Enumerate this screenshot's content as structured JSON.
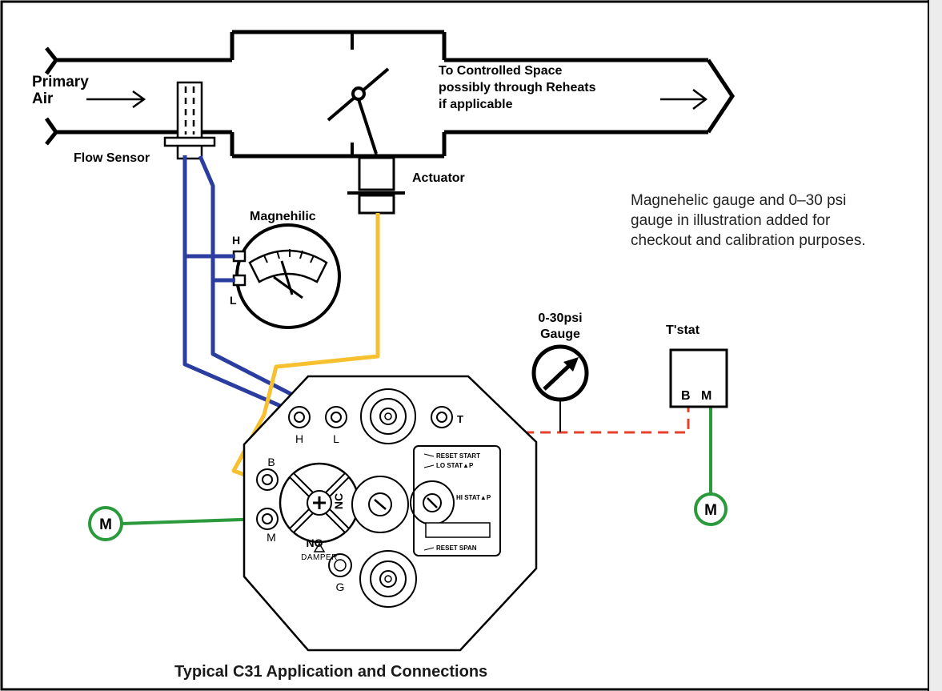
{
  "labels": {
    "primary_air_line1": "Primary",
    "primary_air_line2": "Air",
    "flow_sensor": "Flow Sensor",
    "destination_line1": "To Controlled Space",
    "destination_line2": "possibly through Reheats",
    "destination_line3": "if applicable",
    "actuator": "Actuator",
    "magnehelic": "Magnehilic",
    "magnehelic_port_high": "H",
    "magnehelic_port_low": "L",
    "note_line1": "Magnehelic gauge and 0–30 psi",
    "note_line2": "gauge in illustration added for",
    "note_line3": "checkout and calibration purposes.",
    "gauge_line1": "0-30psi",
    "gauge_line2": "Gauge",
    "tstat": "T'stat",
    "tstat_port_b": "B",
    "tstat_port_m": "M",
    "main_symbol": "M",
    "caption": "Typical C31 Application and Connections"
  },
  "controller": {
    "port_h": "H",
    "port_l": "L",
    "port_t": "T",
    "port_b": "B",
    "port_m": "M",
    "port_g": "G",
    "damper": "DAMPER",
    "no": "NO",
    "nc": "NC",
    "reset_start": "RESET START",
    "lo_stat": "LO STAT▲P",
    "hi_stat": "HI STAT▲P",
    "reset_span": "RESET SPAN"
  },
  "colors": {
    "high_pressure_tube": "#2b3ea0",
    "low_pressure_tube": "#2b3ea0",
    "actuator_tube": "#f6c02f",
    "thermostat_tube": "#e8402a",
    "main_air_tube": "#2a9a3c"
  }
}
